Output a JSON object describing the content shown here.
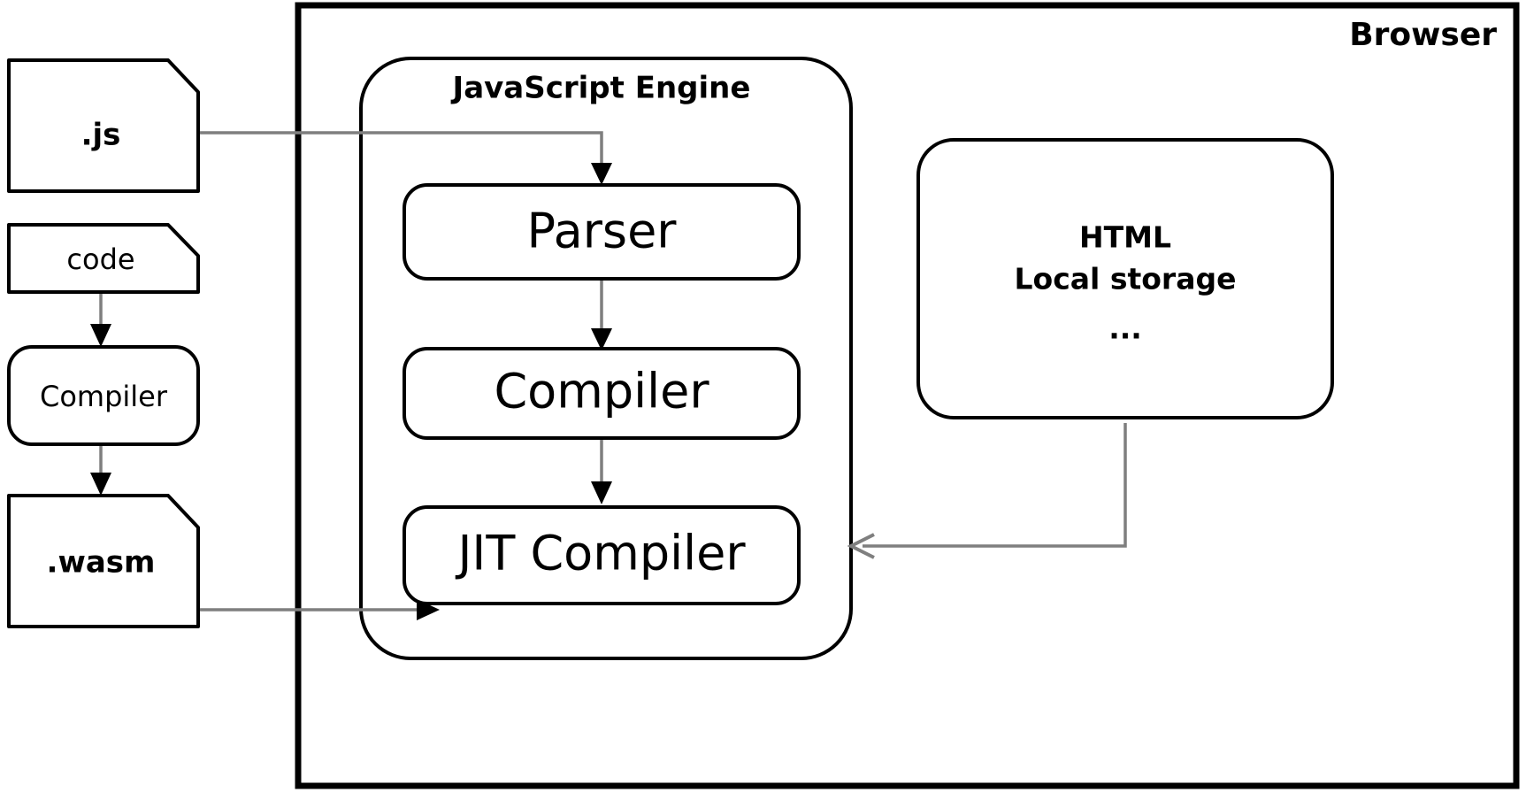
{
  "diagram": {
    "title_visible": false,
    "colors": {
      "shape_stroke": "#000000",
      "connector": "#7f7f7f",
      "arrowhead_solid": "#000000",
      "background": "#ffffff"
    },
    "containers": {
      "browser": {
        "label": "Browser",
        "label_position": "top-right",
        "shape": "rectangle",
        "stroke_width": 7
      },
      "js_engine": {
        "label": "JavaScript Engine",
        "label_position": "top-center",
        "shape": "rounded-rectangle",
        "stroke_width": 4
      }
    },
    "nodes": {
      "js_file": {
        "label": ".js",
        "shape": "document-folded-corner"
      },
      "code_file": {
        "label": "code",
        "shape": "document-folded-corner"
      },
      "compiler_external": {
        "label": "Compiler",
        "shape": "rounded-rectangle"
      },
      "wasm_file": {
        "label": ".wasm",
        "shape": "document-folded-corner"
      },
      "parser": {
        "label": "Parser",
        "shape": "rounded-rectangle"
      },
      "compiler_internal": {
        "label": "Compiler",
        "shape": "rounded-rectangle"
      },
      "jit_compiler": {
        "label": "JIT Compiler",
        "shape": "rounded-rectangle"
      },
      "storage": {
        "lines": [
          "HTML",
          "Local storage",
          "..."
        ],
        "shape": "rounded-rectangle"
      }
    },
    "edges": [
      {
        "from": "code_file",
        "to": "compiler_external",
        "style": "elbow",
        "arrowhead": "solid"
      },
      {
        "from": "compiler_external",
        "to": "wasm_file",
        "style": "elbow",
        "arrowhead": "solid"
      },
      {
        "from": "js_file",
        "to": "parser",
        "style": "elbow",
        "arrowhead": "solid"
      },
      {
        "from": "wasm_file",
        "to": "jit_compiler",
        "style": "straight",
        "arrowhead": "solid"
      },
      {
        "from": "parser",
        "to": "compiler_internal",
        "style": "straight",
        "arrowhead": "solid"
      },
      {
        "from": "compiler_internal",
        "to": "jit_compiler",
        "style": "straight",
        "arrowhead": "solid"
      },
      {
        "from": "storage",
        "to": "jit_compiler",
        "style": "elbow",
        "arrowhead": "open"
      }
    ]
  }
}
